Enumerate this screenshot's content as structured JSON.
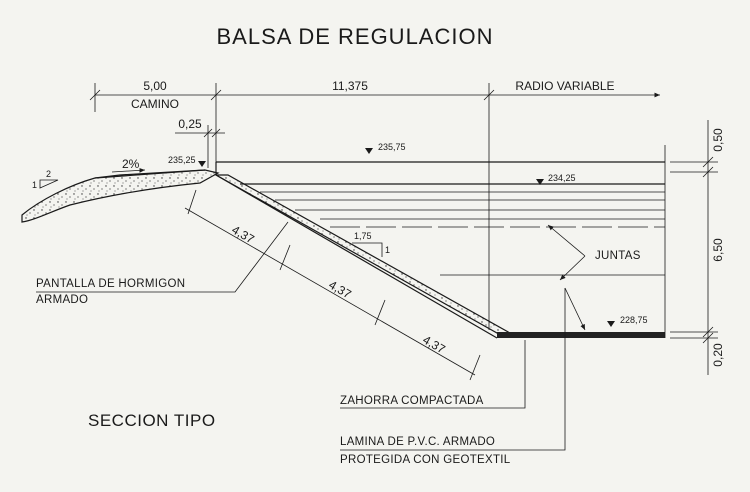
{
  "title": "BALSA DE REGULACION",
  "dimensions": {
    "camino_width": "5,00",
    "camino_label": "CAMINO",
    "crest_width": "11,375",
    "radio_variable": "RADIO VARIABLE",
    "edge_width": "0,25",
    "slope_length_1": "4,37",
    "slope_length_2": "4,37",
    "slope_length_3": "4,37",
    "height_top": "0,50",
    "height_main": "6,50",
    "height_bottom": "0,20"
  },
  "elevations": {
    "crest": "235,75",
    "water_level": "234,25",
    "bottom": "228,75",
    "road": "235,25"
  },
  "slopes": {
    "road_slope": "2%",
    "embankment_v": "1",
    "embankment_h": "2",
    "inner_h": "1,75",
    "inner_v": "1"
  },
  "labels": {
    "pantalla_line1": "PANTALLA DE HORMIGON",
    "pantalla_line2": "ARMADO",
    "juntas": "JUNTAS",
    "zahorra": "ZAHORRA COMPACTADA",
    "lamina_line1": "LAMINA DE P.V.C. ARMADO",
    "lamina_line2": "PROTEGIDA CON GEOTEXTIL",
    "seccion": "SECCION TIPO"
  }
}
